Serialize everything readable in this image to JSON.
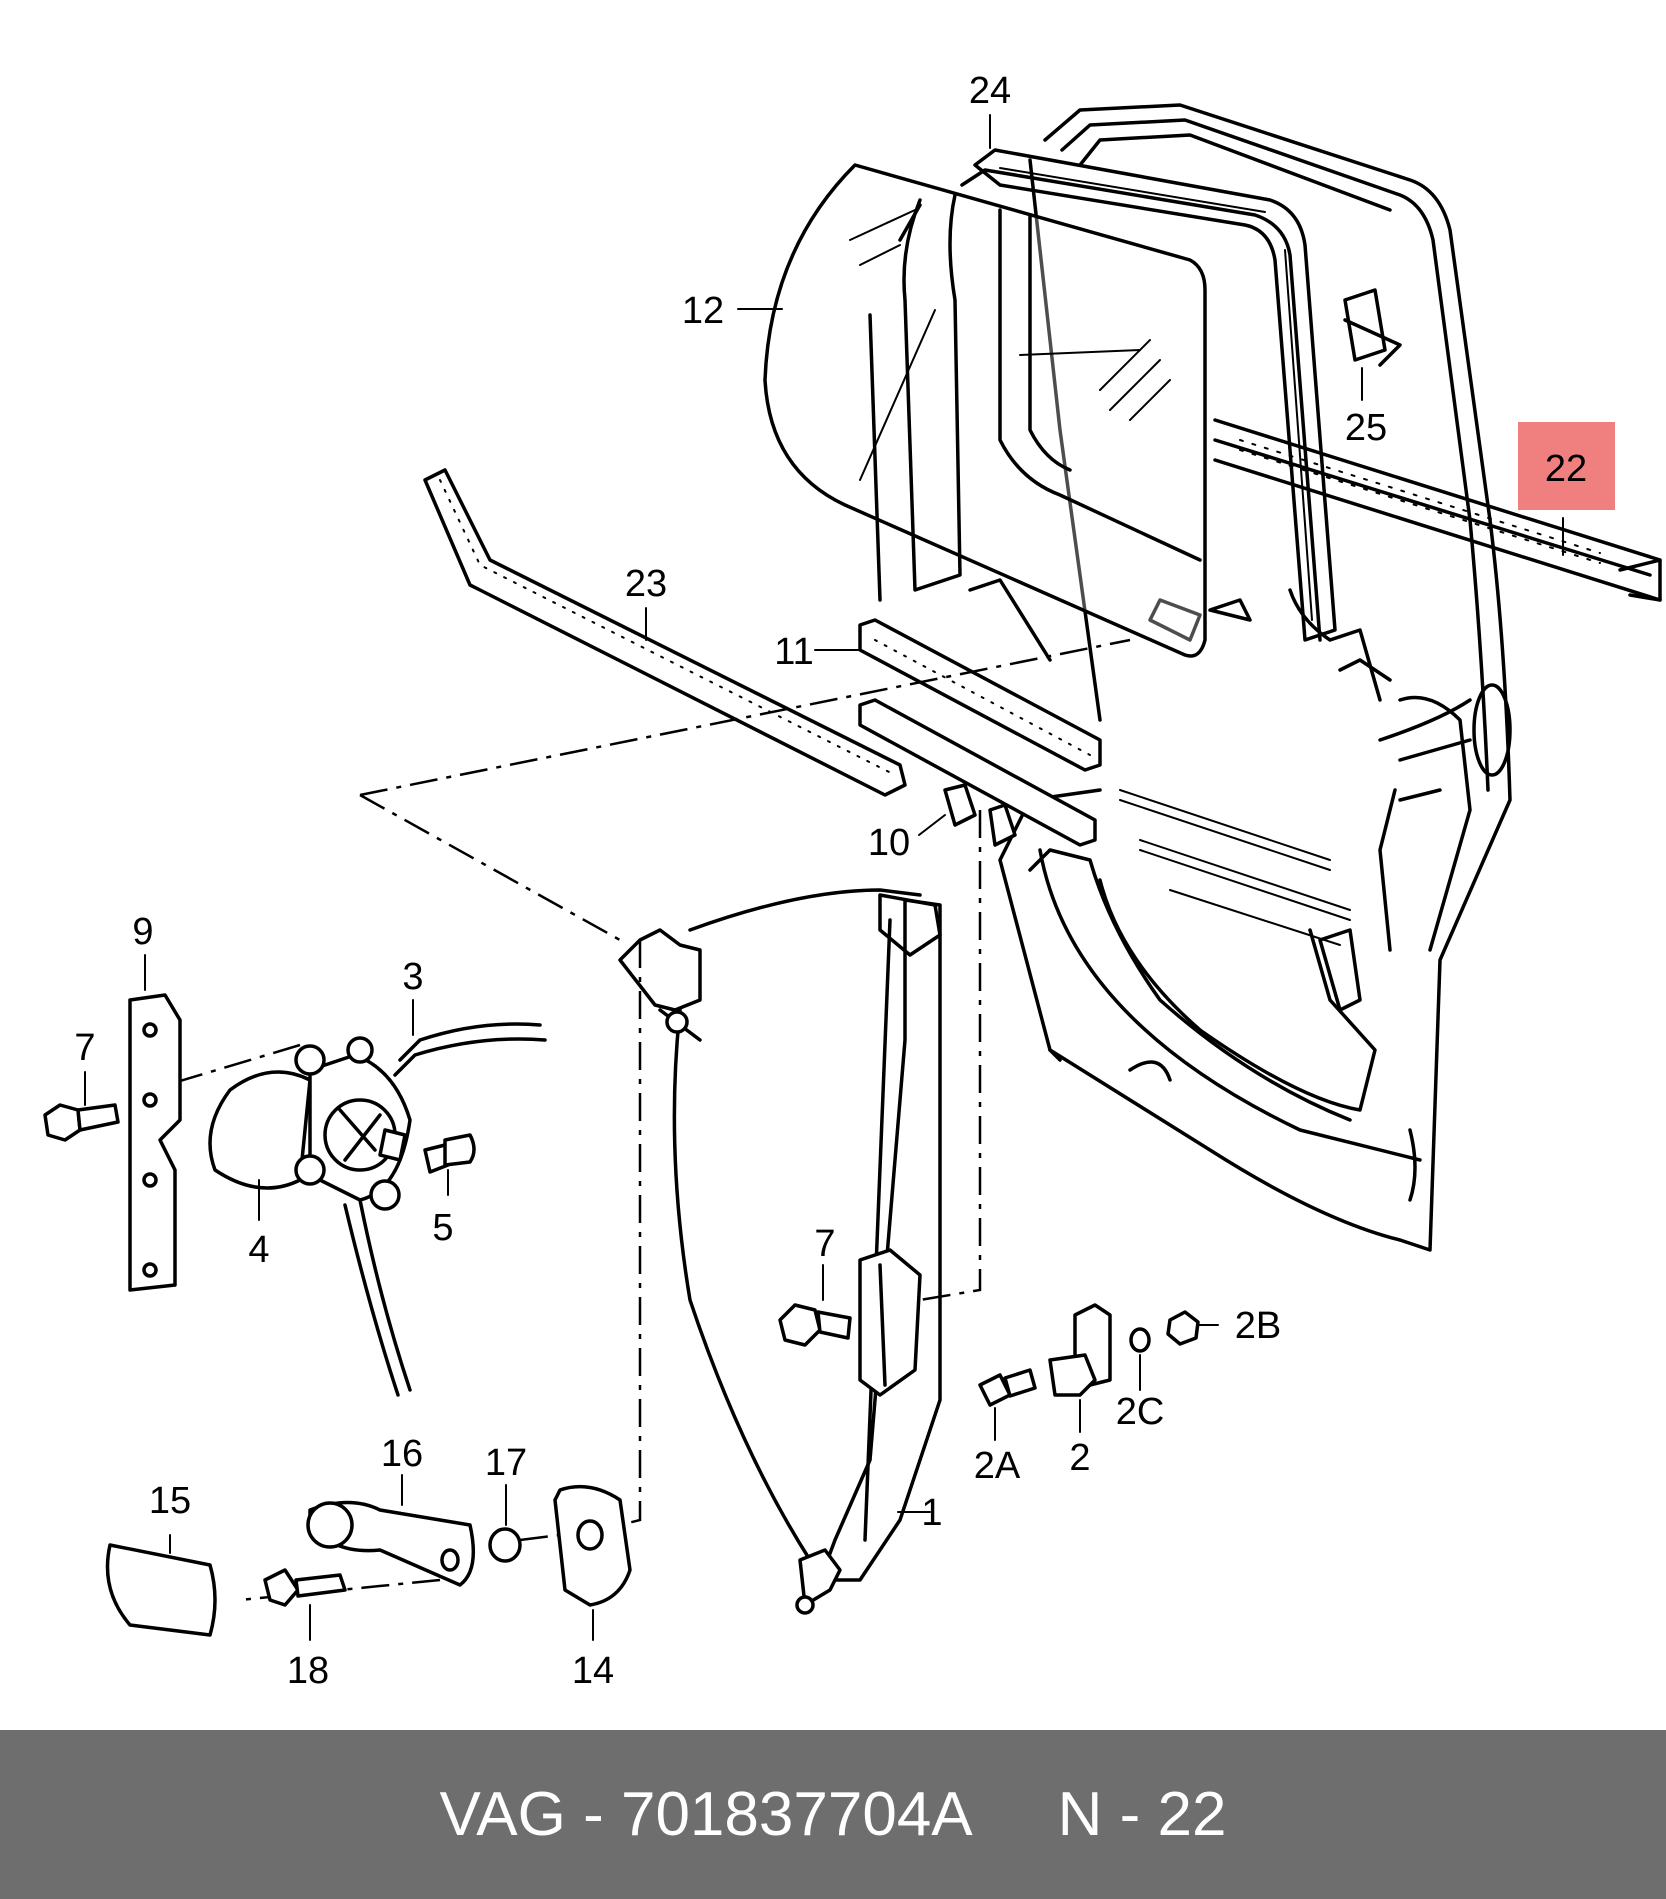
{
  "diagram": {
    "callouts": {
      "c1": "1",
      "c2": "2",
      "c2A": "2A",
      "c2B": "2B",
      "c2C": "2C",
      "c3": "3",
      "c4": "4",
      "c5": "5",
      "c7a": "7",
      "c7b": "7",
      "c9": "9",
      "c10": "10",
      "c11": "11",
      "c12": "12",
      "c14": "14",
      "c15": "15",
      "c16": "16",
      "c17": "17",
      "c18": "18",
      "c22": "22",
      "c23": "23",
      "c24": "24",
      "c25": "25"
    },
    "highlighted_part": "22",
    "highlight_color": "#f08080"
  },
  "footer": {
    "brand": "VAG",
    "separator": "-",
    "part_number": "701837704A",
    "position_label": "N - 22"
  }
}
